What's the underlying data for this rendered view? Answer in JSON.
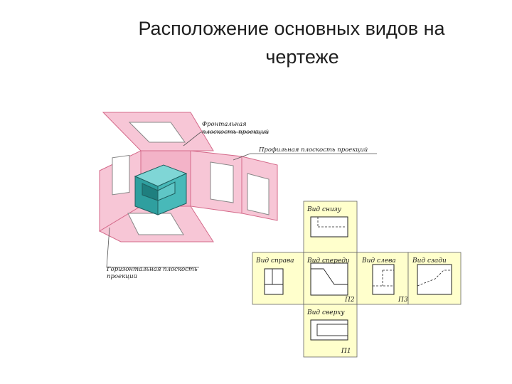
{
  "title": {
    "line1": "Расположение основных видов на",
    "line2": "чертеже"
  },
  "labels": {
    "frontal_plane_1": "Фронтальная",
    "frontal_plane_2": "плоскость проекций",
    "profile_plane": "Профильная плоскость проекций",
    "horizontal_plane_1": "Горизонтальная плоскость",
    "horizontal_plane_2": "проекций"
  },
  "views": {
    "top_view": "Вид снизу",
    "right_view": "Вид справа",
    "front_view": "Вид спереди",
    "left_view": "Вид слева",
    "back_view": "Вид сзади",
    "bottom_view": "Вид сверху"
  },
  "plane_marks": {
    "p2": "П2",
    "p3": "П3",
    "p1": "П1"
  },
  "colors": {
    "pink": "#f7c6d6",
    "pink_edge": "#e07b98",
    "yellow": "#ffffcc",
    "cyan_cube": "#3fb8b8"
  }
}
